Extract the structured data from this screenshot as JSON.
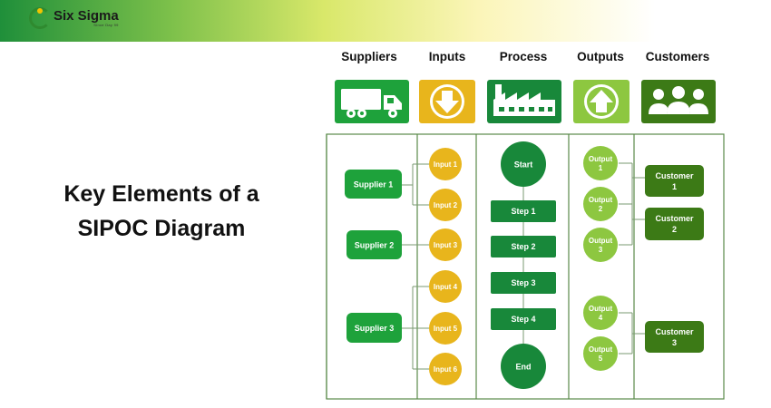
{
  "brand": {
    "name": "Six Sigma",
    "tagline": "Since Day 99"
  },
  "title": {
    "line1": "Key Elements of a",
    "line2": "SIPOC Diagram"
  },
  "columns": {
    "suppliers": "Suppliers",
    "inputs": "Inputs",
    "process": "Process",
    "outputs": "Outputs",
    "customers": "Customers"
  },
  "icons": {
    "suppliers": "truck-icon",
    "inputs": "arrow-down-icon",
    "process": "factory-icon",
    "outputs": "arrow-up-icon",
    "customers": "people-icon"
  },
  "suppliers": [
    "Supplier 1",
    "Supplier 2",
    "Supplier 3"
  ],
  "inputs": [
    "Input 1",
    "Input 2",
    "Input 3",
    "Input 4",
    "Input 5",
    "Input 6"
  ],
  "process": {
    "start": "Start",
    "steps": [
      "Step 1",
      "Step 2",
      "Step 3",
      "Step 4"
    ],
    "end": "End"
  },
  "outputs": [
    [
      "Output",
      "1"
    ],
    [
      "Output",
      "2"
    ],
    [
      "Output",
      "3"
    ],
    [
      "Output",
      "4"
    ],
    [
      "Output",
      "5"
    ]
  ],
  "customers": [
    [
      "Customer",
      "1"
    ],
    [
      "Customer",
      "2"
    ],
    [
      "Customer",
      "3"
    ]
  ],
  "colors": {
    "supplier": "#1ea23b",
    "input": "#e8b51c",
    "process": "#18883a",
    "output": "#8dc740",
    "customer": "#3c7a16",
    "border": "#5a8a4a"
  }
}
